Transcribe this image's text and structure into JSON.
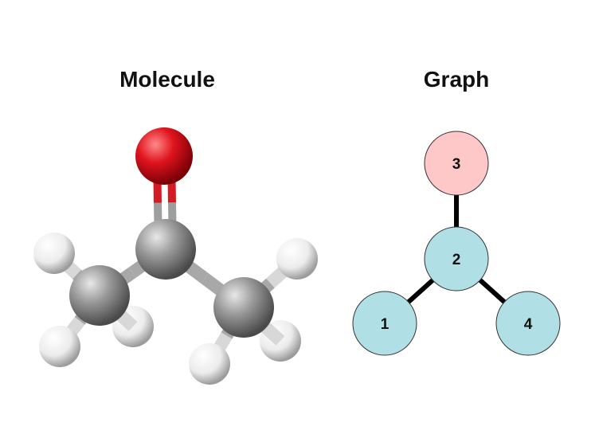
{
  "molecule": {
    "title": "Molecule",
    "atom_colors": {
      "carbon": "#8c8c8c",
      "oxygen": "#e0141e",
      "hydrogen": "#f0f0f0"
    },
    "atoms": [
      {
        "id": "O",
        "element": "oxygen"
      },
      {
        "id": "C2",
        "element": "carbon"
      },
      {
        "id": "C1",
        "element": "carbon"
      },
      {
        "id": "C3",
        "element": "carbon"
      },
      {
        "id": "H1a",
        "element": "hydrogen"
      },
      {
        "id": "H1b",
        "element": "hydrogen"
      },
      {
        "id": "H1c",
        "element": "hydrogen"
      },
      {
        "id": "H3a",
        "element": "hydrogen"
      },
      {
        "id": "H3b",
        "element": "hydrogen"
      },
      {
        "id": "H3c",
        "element": "hydrogen"
      }
    ],
    "bonds": [
      {
        "from": "C2",
        "to": "O",
        "order": 2
      },
      {
        "from": "C2",
        "to": "C1",
        "order": 1
      },
      {
        "from": "C2",
        "to": "C3",
        "order": 1
      },
      {
        "from": "C1",
        "to": "H1a",
        "order": 1
      },
      {
        "from": "C1",
        "to": "H1b",
        "order": 1
      },
      {
        "from": "C1",
        "to": "H1c",
        "order": 1
      },
      {
        "from": "C3",
        "to": "H3a",
        "order": 1
      },
      {
        "from": "C3",
        "to": "H3b",
        "order": 1
      },
      {
        "from": "C3",
        "to": "H3c",
        "order": 1
      }
    ]
  },
  "graph": {
    "title": "Graph",
    "colors": {
      "carbon_node": "#b0e0e6",
      "oxygen_node": "#ffc8c8",
      "edge": "#000000",
      "node_stroke": "#333333"
    },
    "nodes": [
      {
        "id": 1,
        "label": "1",
        "element": "carbon"
      },
      {
        "id": 2,
        "label": "2",
        "element": "carbon"
      },
      {
        "id": 3,
        "label": "3",
        "element": "oxygen"
      },
      {
        "id": 4,
        "label": "4",
        "element": "carbon"
      }
    ],
    "edges": [
      {
        "from": 2,
        "to": 3
      },
      {
        "from": 2,
        "to": 1
      },
      {
        "from": 2,
        "to": 4
      }
    ]
  }
}
